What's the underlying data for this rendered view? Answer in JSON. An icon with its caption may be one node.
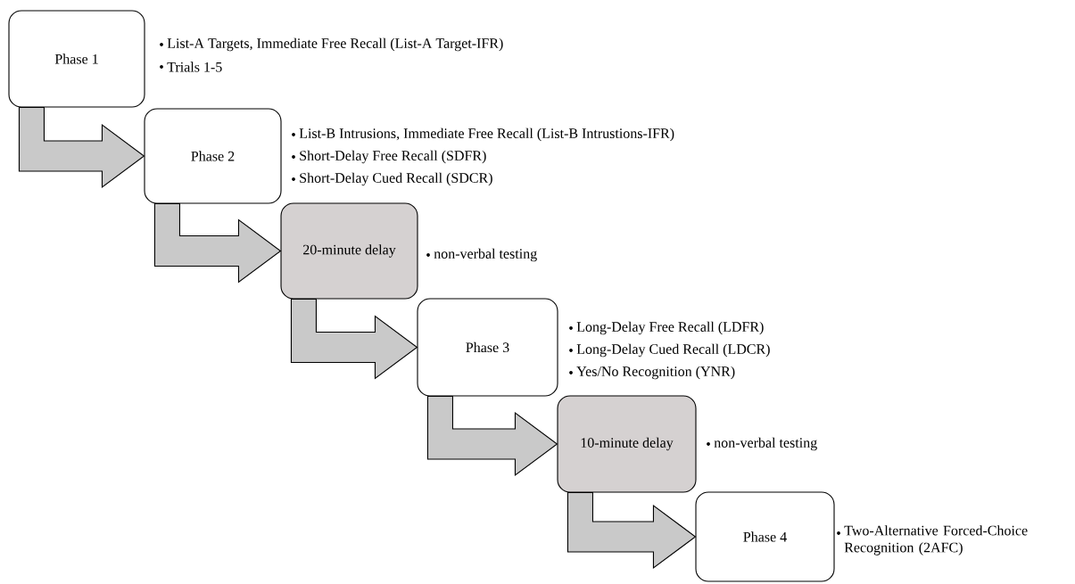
{
  "diagram": {
    "nodes": [
      {
        "text": [
          "Phase 1"
        ],
        "beside": [
          "List-A Targets, Immediate Free Recall (List-A Target-IFR)",
          "Trials 1-5"
        ]
      },
      {
        "text": [
          "Phase 2"
        ],
        "beside": [
          "List-B Intrusions, Immediate Free Recall (List-B Intrustions-IFR)",
          "Short-Delay Free Recall (SDFR)",
          "Short-Delay Cued Recall (SDCR)"
        ]
      },
      {
        "text": [
          "20-minute delay"
        ],
        "beside": [
          "non-verbal testing"
        ]
      },
      {
        "text": [
          "Phase 3"
        ],
        "beside": [
          "Long-Delay Free Recall (LDFR)",
          "Long-Delay Cued Recall (LDCR)",
          "Yes/No Recognition (YNR)"
        ]
      },
      {
        "text": [
          "10-minute delay"
        ],
        "beside": [
          "non-verbal testing"
        ]
      },
      {
        "text": [
          "Phase 4"
        ],
        "beside": [
          "Two-Alternative Forced-Choice Recognition (2AFC)"
        ]
      }
    ],
    "edges": [
      {
        "from": 0,
        "to": 1,
        "arrow": "to"
      },
      {
        "from": 1,
        "to": 2,
        "arrow": "to"
      },
      {
        "from": 2,
        "to": 3,
        "arrow": "to"
      },
      {
        "from": 3,
        "to": 4,
        "arrow": "to"
      },
      {
        "from": 4,
        "to": 5,
        "arrow": "to"
      }
    ]
  }
}
